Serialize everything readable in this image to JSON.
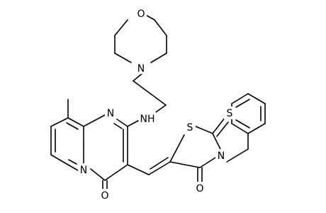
{
  "molecule": {
    "atom_labels": {
      "o_morpholine": "O",
      "n_morpholine": "N",
      "nh_amine": "NH",
      "n_pyrimidine": "N",
      "n_bridgehead": "N",
      "o_carbonyl_left": "O",
      "s_ring": "S",
      "s_thione": "S",
      "n_thiazolidinone": "N",
      "o_carbonyl_right": "O"
    }
  }
}
